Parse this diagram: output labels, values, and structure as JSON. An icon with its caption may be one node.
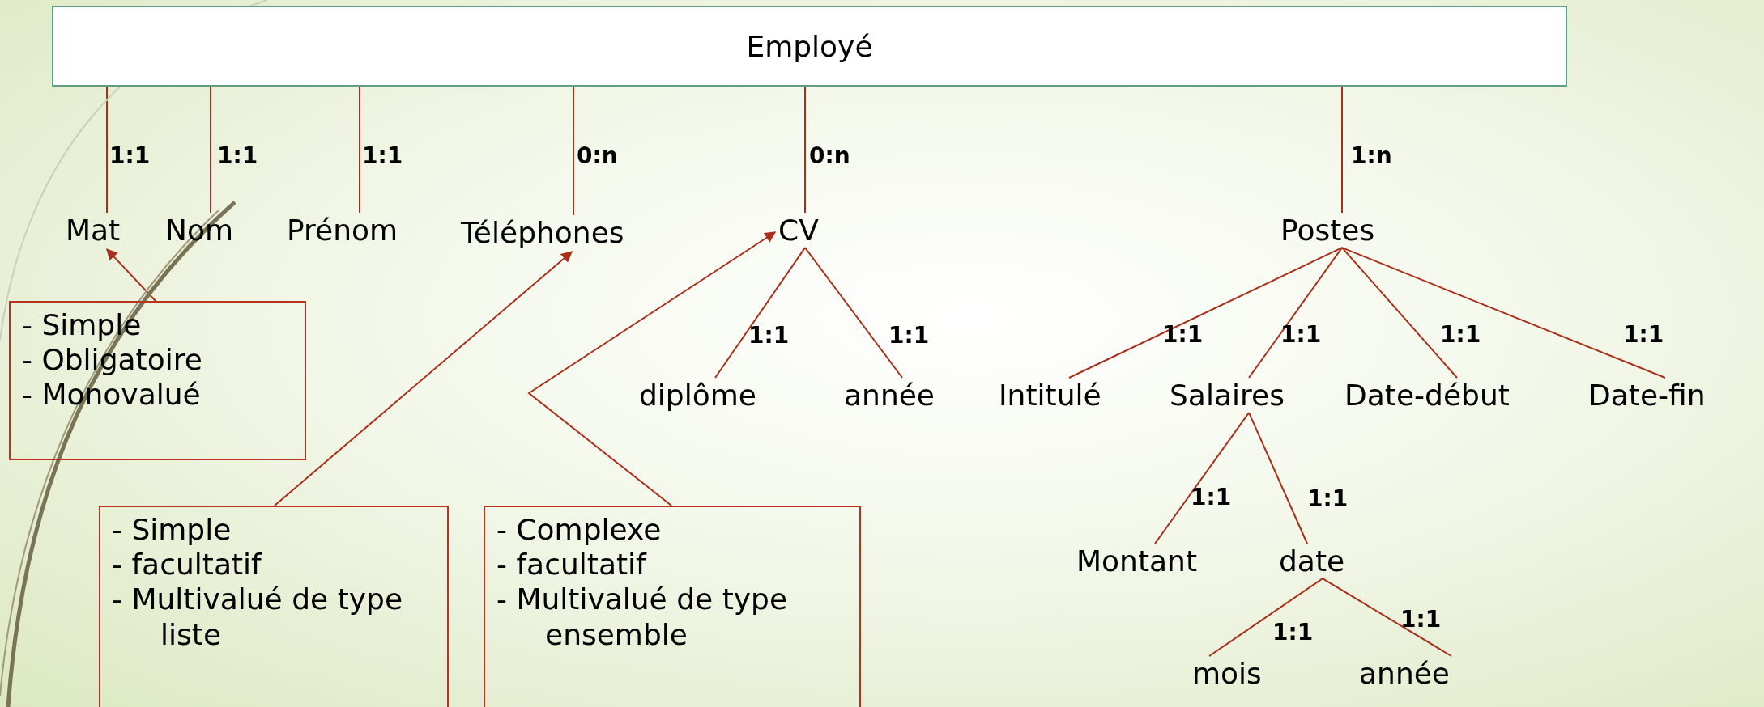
{
  "diagram": {
    "nodes": [
      {
        "text": [
          "Employé"
        ]
      },
      {
        "text": [
          "Mat"
        ]
      },
      {
        "text": [
          "Nom"
        ]
      },
      {
        "text": [
          "Prénom"
        ]
      },
      {
        "text": [
          "Téléphones"
        ]
      },
      {
        "text": [
          "CV"
        ]
      },
      {
        "text": [
          "Postes"
        ]
      },
      {
        "text": [
          "diplôme"
        ]
      },
      {
        "text": [
          "année"
        ]
      },
      {
        "text": [
          "Intitulé"
        ]
      },
      {
        "text": [
          "Salaires"
        ]
      },
      {
        "text": [
          "Date-début"
        ]
      },
      {
        "text": [
          "Date-fin"
        ]
      },
      {
        "text": [
          "Montant"
        ]
      },
      {
        "text": [
          "date"
        ]
      },
      {
        "text": [
          "mois"
        ]
      },
      {
        "text": [
          "année"
        ]
      },
      {
        "text": [
          "- Simple",
          "- Obligatoire",
          "- Monovalué"
        ]
      },
      {
        "text": [
          "- Simple",
          "- facultatif",
          "- Multivalué de type liste"
        ]
      },
      {
        "text": [
          "- Complexe",
          "- facultatif",
          "- Multivalué de type ensemble"
        ]
      }
    ],
    "edges": [
      {
        "from": 0,
        "to": 1,
        "arrow": "none",
        "label": "1:1"
      },
      {
        "from": 0,
        "to": 2,
        "arrow": "none",
        "label": "1:1"
      },
      {
        "from": 0,
        "to": 3,
        "arrow": "none",
        "label": "1:1"
      },
      {
        "from": 0,
        "to": 4,
        "arrow": "none",
        "label": "0:n"
      },
      {
        "from": 0,
        "to": 5,
        "arrow": "none",
        "label": "0:n"
      },
      {
        "from": 0,
        "to": 6,
        "arrow": "none",
        "label": "1:n"
      },
      {
        "from": 5,
        "to": 7,
        "arrow": "none",
        "label": "1:1"
      },
      {
        "from": 5,
        "to": 8,
        "arrow": "none",
        "label": "1:1"
      },
      {
        "from": 6,
        "to": 9,
        "arrow": "none",
        "label": "1:1"
      },
      {
        "from": 6,
        "to": 10,
        "arrow": "none",
        "label": "1:1"
      },
      {
        "from": 6,
        "to": 11,
        "arrow": "none",
        "label": "1:1"
      },
      {
        "from": 6,
        "to": 12,
        "arrow": "none",
        "label": "1:1"
      },
      {
        "from": 10,
        "to": 13,
        "arrow": "none",
        "label": "1:1"
      },
      {
        "from": 10,
        "to": 14,
        "arrow": "none",
        "label": "1:1"
      },
      {
        "from": 14,
        "to": 15,
        "arrow": "none",
        "label": "1:1"
      },
      {
        "from": 14,
        "to": 16,
        "arrow": "none",
        "label": "1:1"
      },
      {
        "from": 17,
        "to": 1,
        "arrow": "to"
      },
      {
        "from": 18,
        "to": 4,
        "arrow": "to"
      },
      {
        "from": 19,
        "to": 5,
        "arrow": "to"
      }
    ]
  }
}
